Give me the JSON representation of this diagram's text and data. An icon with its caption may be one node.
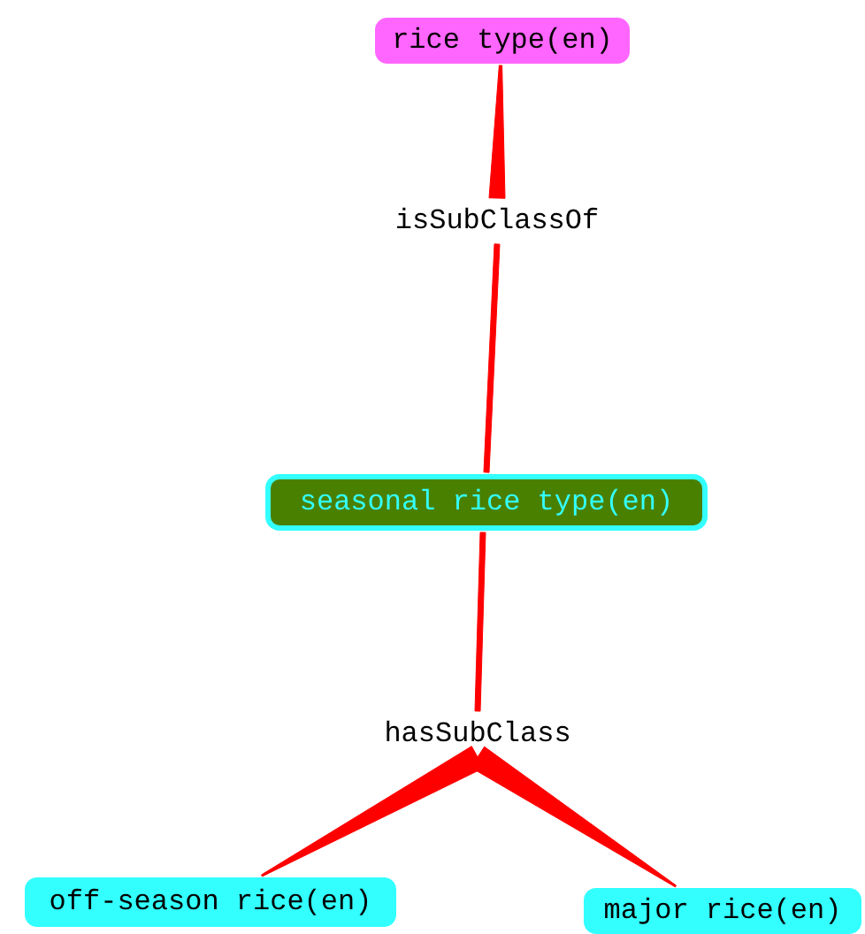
{
  "diagram": {
    "nodes": [
      {
        "text": [
          "rice type(en)"
        ]
      },
      {
        "text": [
          "isSubClassOf"
        ]
      },
      {
        "text": [
          "seasonal rice type(en)"
        ]
      },
      {
        "text": [
          "hasSubClass"
        ]
      },
      {
        "text": [
          "off-season rice(en)"
        ]
      },
      {
        "text": [
          "major rice(en)"
        ]
      }
    ],
    "edges": [
      {
        "from": 0,
        "to": 1,
        "arrow": "none"
      },
      {
        "from": 1,
        "to": 2,
        "arrow": "none"
      },
      {
        "from": 2,
        "to": 3,
        "arrow": "none"
      },
      {
        "from": 3,
        "to": 4,
        "arrow": "none"
      },
      {
        "from": 3,
        "to": 5,
        "arrow": "none"
      }
    ]
  }
}
